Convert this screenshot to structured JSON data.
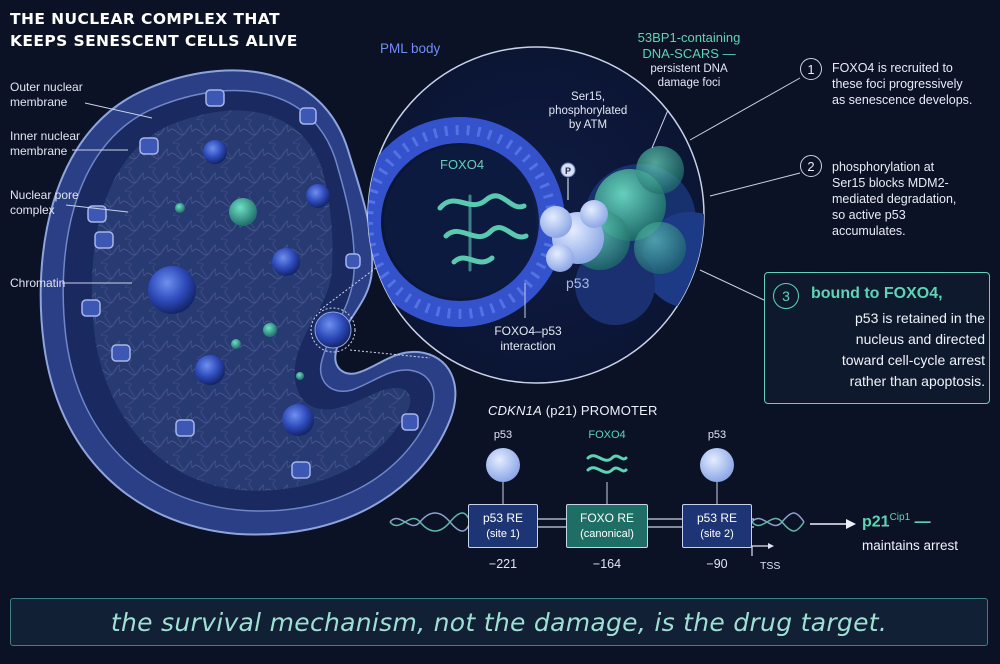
{
  "title": {
    "line1": "THE NUCLEAR COMPLEX THAT",
    "line2": "KEEPS SENESCENT CELLS ALIVE"
  },
  "nucleus_labels": {
    "outer_line1": "Outer nuclear",
    "outer_line2": "membrane",
    "inner_line1": "Inner nuclear",
    "inner_line2": "membrane",
    "pore_line1": "Nuclear pore",
    "pore_line2": "complex",
    "chromatin": "Chromatin"
  },
  "inset_labels": {
    "pml": "PML body",
    "scars_line1": "53BP1-containing",
    "scars_line2": "DNA-SCARS —",
    "scars_line3": "persistent DNA",
    "scars_line4": "damage foci",
    "ser_line1": "Ser15,",
    "ser_line2": "phosphorylated",
    "ser_line3": "by ATM",
    "phospho": "P",
    "foxo4": "FOXO4",
    "p53": "p53",
    "interaction_line1": "FOXO4–p53",
    "interaction_line2": "interaction"
  },
  "steps": [
    {
      "num": "1",
      "lines": [
        "FOXO4 is recruited to",
        "these foci progressively",
        "as senescence develops."
      ]
    },
    {
      "num": "2",
      "lines": [
        "phosphorylation at",
        "Ser15 blocks MDM2-",
        "mediated degradation,",
        "so active p53",
        "accumulates."
      ]
    }
  ],
  "step3": {
    "num": "3",
    "head": "bound to FOXO4,",
    "lines": [
      "p53 is retained in the",
      "nucleus and directed",
      "toward cell-cycle arrest",
      "rather than apoptosis."
    ]
  },
  "promoter": {
    "gene": "CDKN1A",
    "rest": " (p21) PROMOTER",
    "factors": [
      "p53",
      "FOXO4",
      "p53"
    ],
    "elements": [
      {
        "name": "p53 RE",
        "sub": "(site 1)",
        "pos": "−221"
      },
      {
        "name": "FOXO RE",
        "sub": "(canonical)",
        "pos": "−164"
      },
      {
        "name": "p53 RE",
        "sub": "(site 2)",
        "pos": "−90"
      }
    ],
    "tss": "TSS",
    "output_name": "p21",
    "output_sup": "Cip1",
    "output_dash": " —",
    "output_desc": "maintains arrest"
  },
  "bottom_banner": "the survival mechanism, not the damage, is the drug target.",
  "colors": {
    "background": "#0b1226",
    "teal": "#5fd3b6",
    "blue": "#3f5fd6",
    "pml_blue": "#2f4fc9"
  }
}
